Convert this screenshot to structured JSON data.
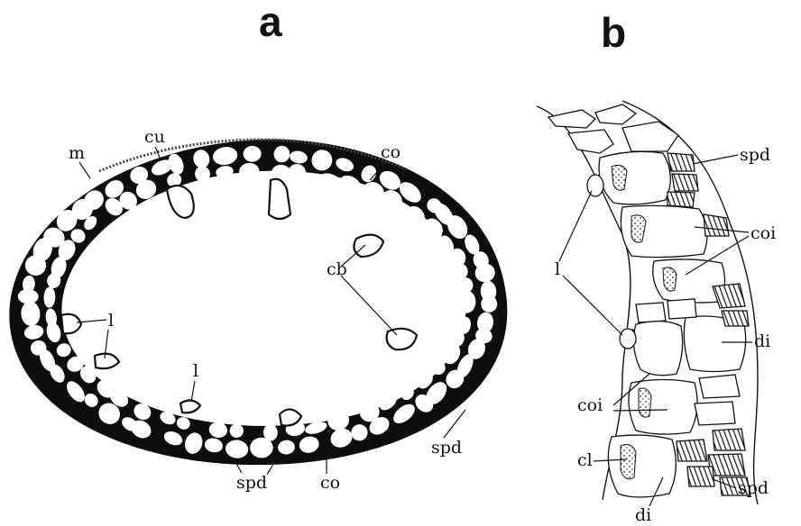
{
  "figure": {
    "panel_a": {
      "letter": "a",
      "labels": {
        "cu": "cu",
        "m": "m",
        "co_top": "co",
        "cb": "cb",
        "l_left": "l",
        "l_center": "l",
        "spd_right": "spd",
        "spd_bottom": "spd",
        "co_bottom": "co"
      }
    },
    "panel_b": {
      "letter": "b",
      "labels": {
        "spd_top": "spd",
        "coi_right": "coi",
        "l": "l",
        "di_right": "di",
        "coi_left": "coi",
        "cl": "cl",
        "di_bottom": "di",
        "spd_bottom": "spd"
      }
    }
  }
}
